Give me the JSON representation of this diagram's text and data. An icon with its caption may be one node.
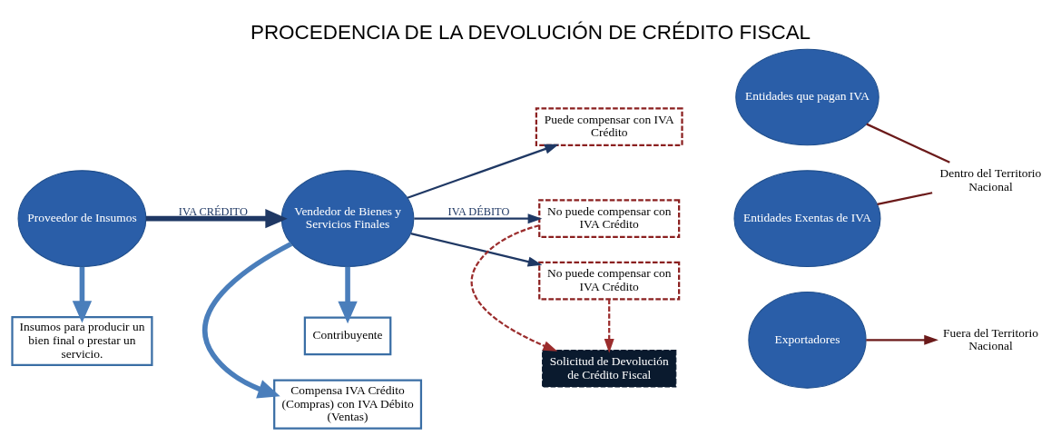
{
  "diagram": {
    "title": "PROCEDENCIA DE LA DEVOLUCIÓN DE CRÉDITO FISCAL",
    "nodes": [
      {
        "text": [
          "Proveedor de Insumos"
        ]
      },
      {
        "text": [
          "Insumos para producir un bien final o prestar un servicio."
        ]
      },
      {
        "text": [
          "Vendedor de Bienes y Servicios Finales"
        ]
      },
      {
        "text": [
          "Compensa IVA Crédito (Compras) con IVA Débito (Ventas)"
        ]
      },
      {
        "text": [
          "Contribuyente"
        ]
      },
      {
        "text": [
          "Puede compensar con IVA Crédito"
        ]
      },
      {
        "text": [
          "No puede compensar con IVA Crédito"
        ]
      },
      {
        "text": [
          "Solicitud de Devolución de Crédito Fiscal"
        ]
      },
      {
        "text": [
          "No puede compensar con IVA Crédito"
        ]
      },
      {
        "text": [
          "Entidades que pagan IVA"
        ]
      },
      {
        "text": [
          "Entidades Exentas de IVA"
        ]
      },
      {
        "text": [
          "Exportadores"
        ]
      },
      {
        "text": [
          "Dentro del Territorio Nacional"
        ]
      },
      {
        "text": [
          "Fuera del Territorio Nacional"
        ]
      }
    ],
    "edges": [
      {
        "from": 0,
        "to": 1,
        "arrow": "to",
        "style": "thick",
        "color": "#4a7ebb"
      },
      {
        "from": 0,
        "to": 2,
        "arrow": "to",
        "style": "thick",
        "label": "IVA CRÉDITO"
      },
      {
        "from": 2,
        "to": 3,
        "arrow": "to",
        "style": "thick",
        "color": "#4a7ebb"
      },
      {
        "from": 2,
        "to": 4,
        "arrow": "to",
        "style": "thick",
        "color": "#4a7ebb"
      },
      {
        "from": 2,
        "to": 5,
        "arrow": "to"
      },
      {
        "from": 2,
        "to": 6,
        "arrow": "to",
        "label": "IVA DÉBITO"
      },
      {
        "from": 2,
        "to": 8,
        "arrow": "to"
      },
      {
        "from": 6,
        "to": 7,
        "arrow": "to",
        "style": "dashed",
        "color": "#9b2d2d"
      },
      {
        "from": 8,
        "to": 7,
        "arrow": "to",
        "style": "dashed",
        "color": "#9b2d2d"
      },
      {
        "from": 9,
        "to": 12,
        "arrow": "none",
        "color": "#6b1a1a"
      },
      {
        "from": 10,
        "to": 12,
        "arrow": "none",
        "color": "#6b1a1a"
      },
      {
        "from": 11,
        "to": 13,
        "arrow": "to",
        "color": "#6b1a1a"
      }
    ]
  }
}
